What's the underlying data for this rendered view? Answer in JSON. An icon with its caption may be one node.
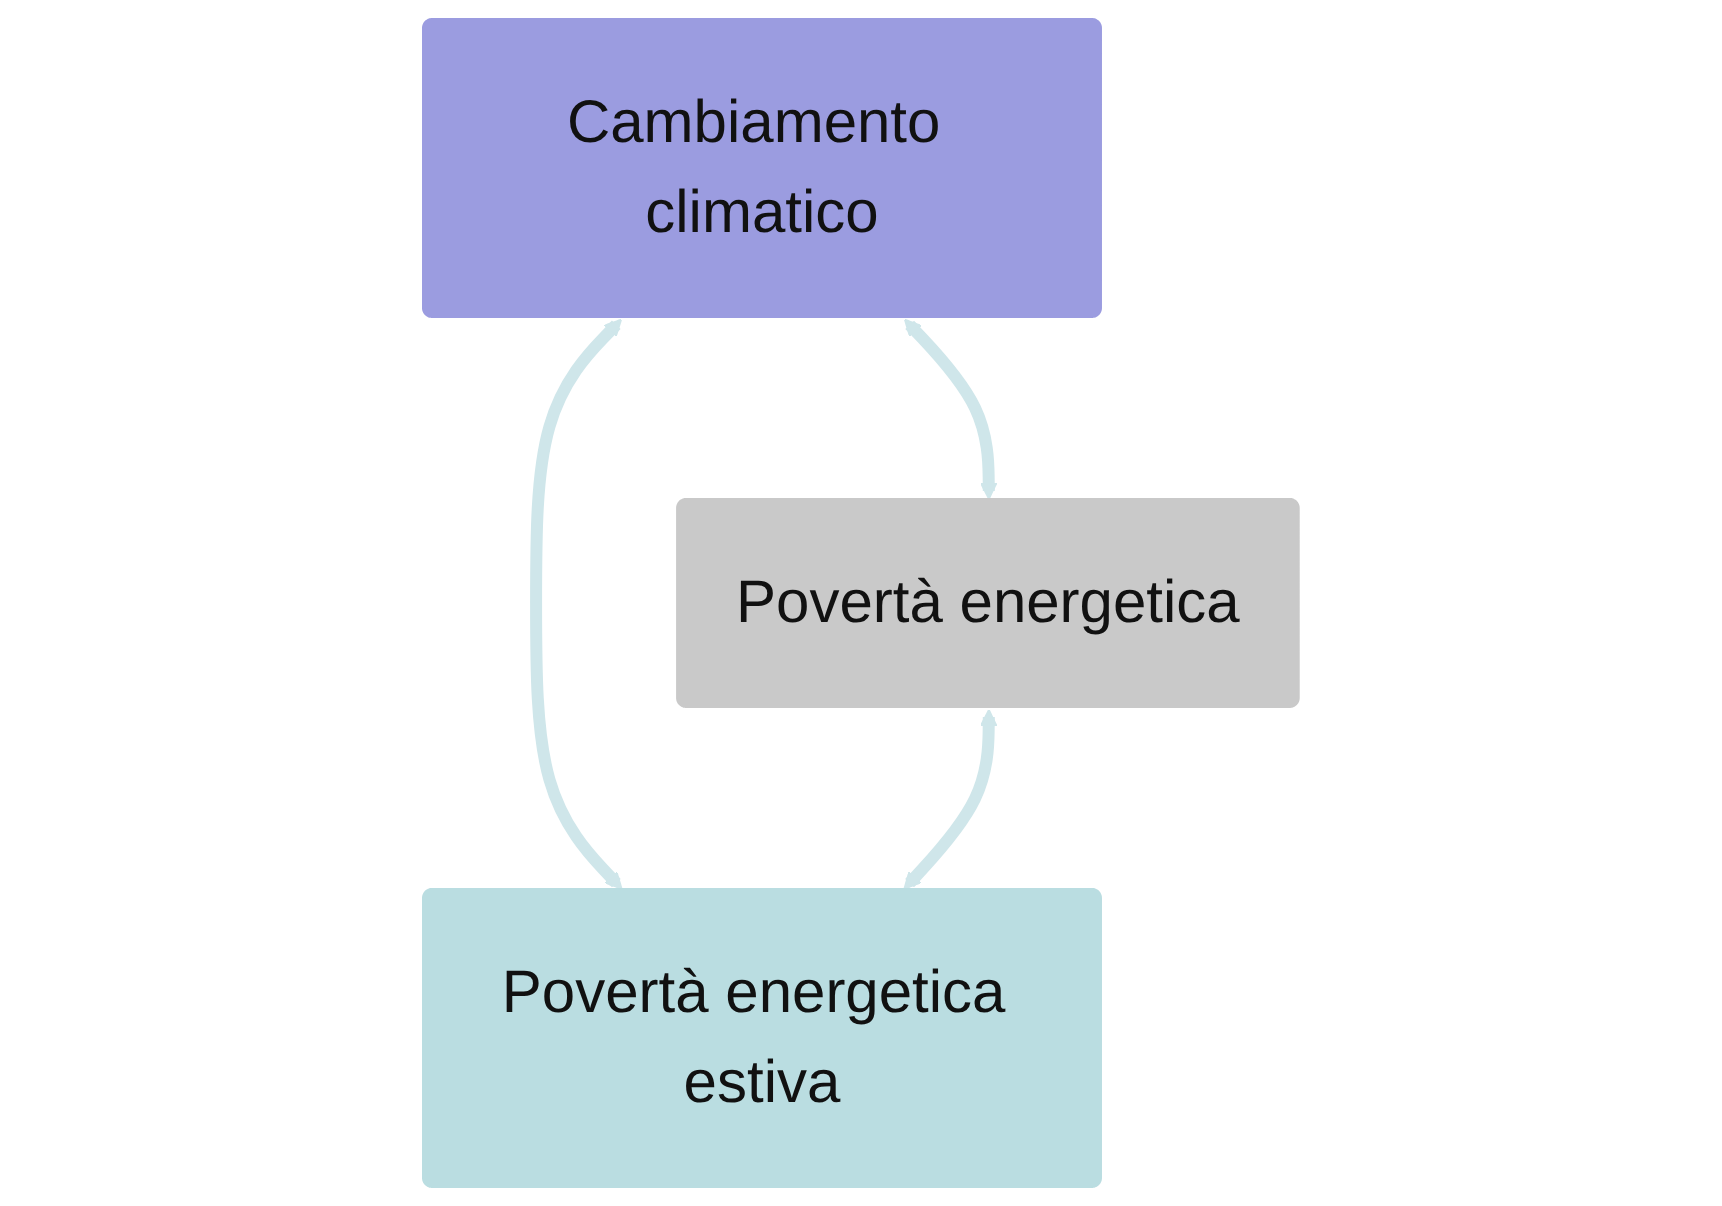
{
  "diagram": {
    "nodes": [
      {
        "text": [
          "Cambiamento climatico"
        ]
      },
      {
        "text": [
          "Povertà energetica"
        ]
      },
      {
        "text": [
          "Povertà energetica estiva"
        ]
      }
    ],
    "edges": [
      {
        "from": 0,
        "to": 2,
        "arrow": "both"
      },
      {
        "from": 1,
        "to": 2,
        "arrow": "both"
      },
      {
        "from": 0,
        "to": 1,
        "arrow": "both"
      }
    ]
  }
}
